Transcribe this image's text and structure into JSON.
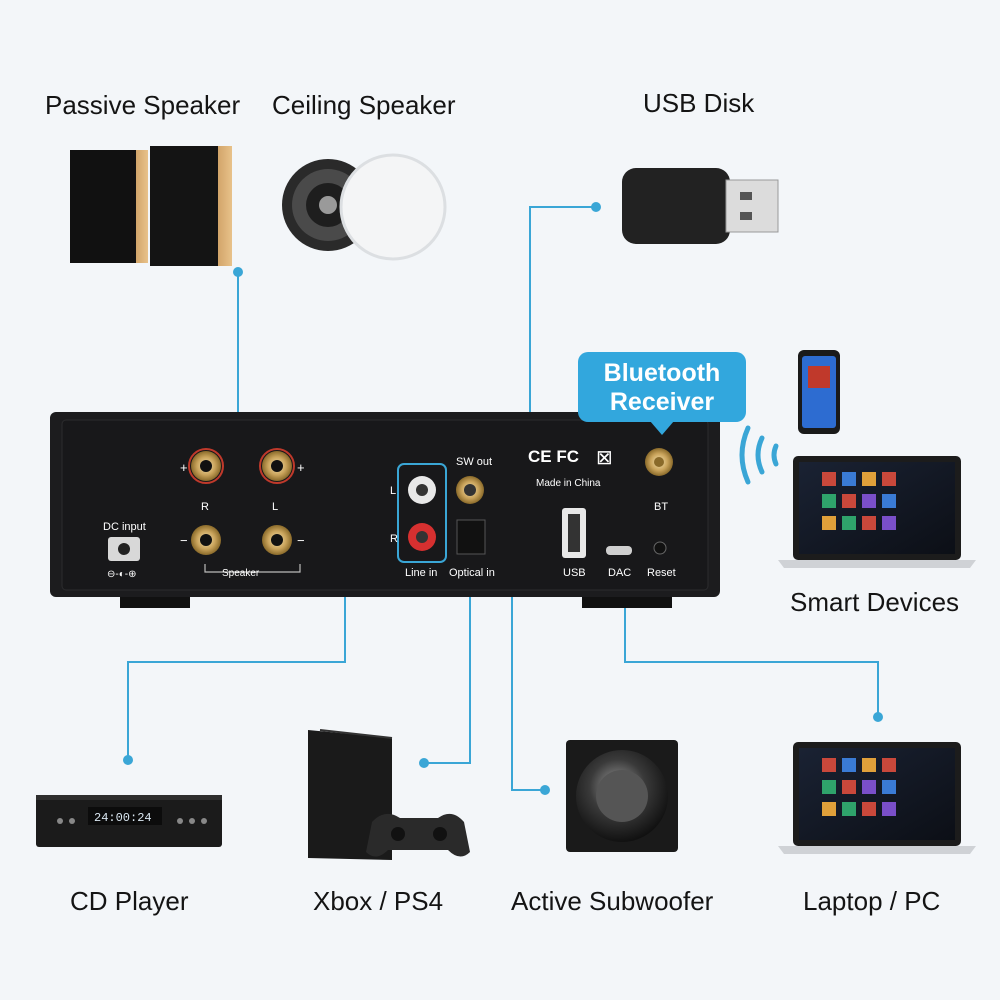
{
  "labels": {
    "passive_speaker": "Passive Speaker",
    "ceiling_speaker": "Ceiling Speaker",
    "usb_disk": "USB Disk",
    "smart_devices": "Smart Devices",
    "cd_player": "CD Player",
    "xbox_ps4": "Xbox / PS4",
    "active_subwoofer": "Active Subwoofer",
    "laptop_pc": "Laptop / PC"
  },
  "badge": {
    "line1": "Bluetooth",
    "line2": "Receiver"
  },
  "amp_panel": {
    "dc_input": "DC input",
    "speaker": "Speaker",
    "r": "R",
    "l": "L",
    "plus": "+",
    "minus": "−",
    "sw_out": "SW out",
    "line_in": "Line in",
    "optical_in": "Optical in",
    "ce_fc": "CE FC",
    "made_in": "Made in China",
    "bt": "BT",
    "usb": "USB",
    "dac": "DAC",
    "reset": "Reset"
  },
  "cd_display": "24:00:24",
  "colors": {
    "accent": "#32a7dd",
    "line": "#3aa6d6",
    "amp": "#1c1c1e",
    "background": "#f3f6f9"
  }
}
